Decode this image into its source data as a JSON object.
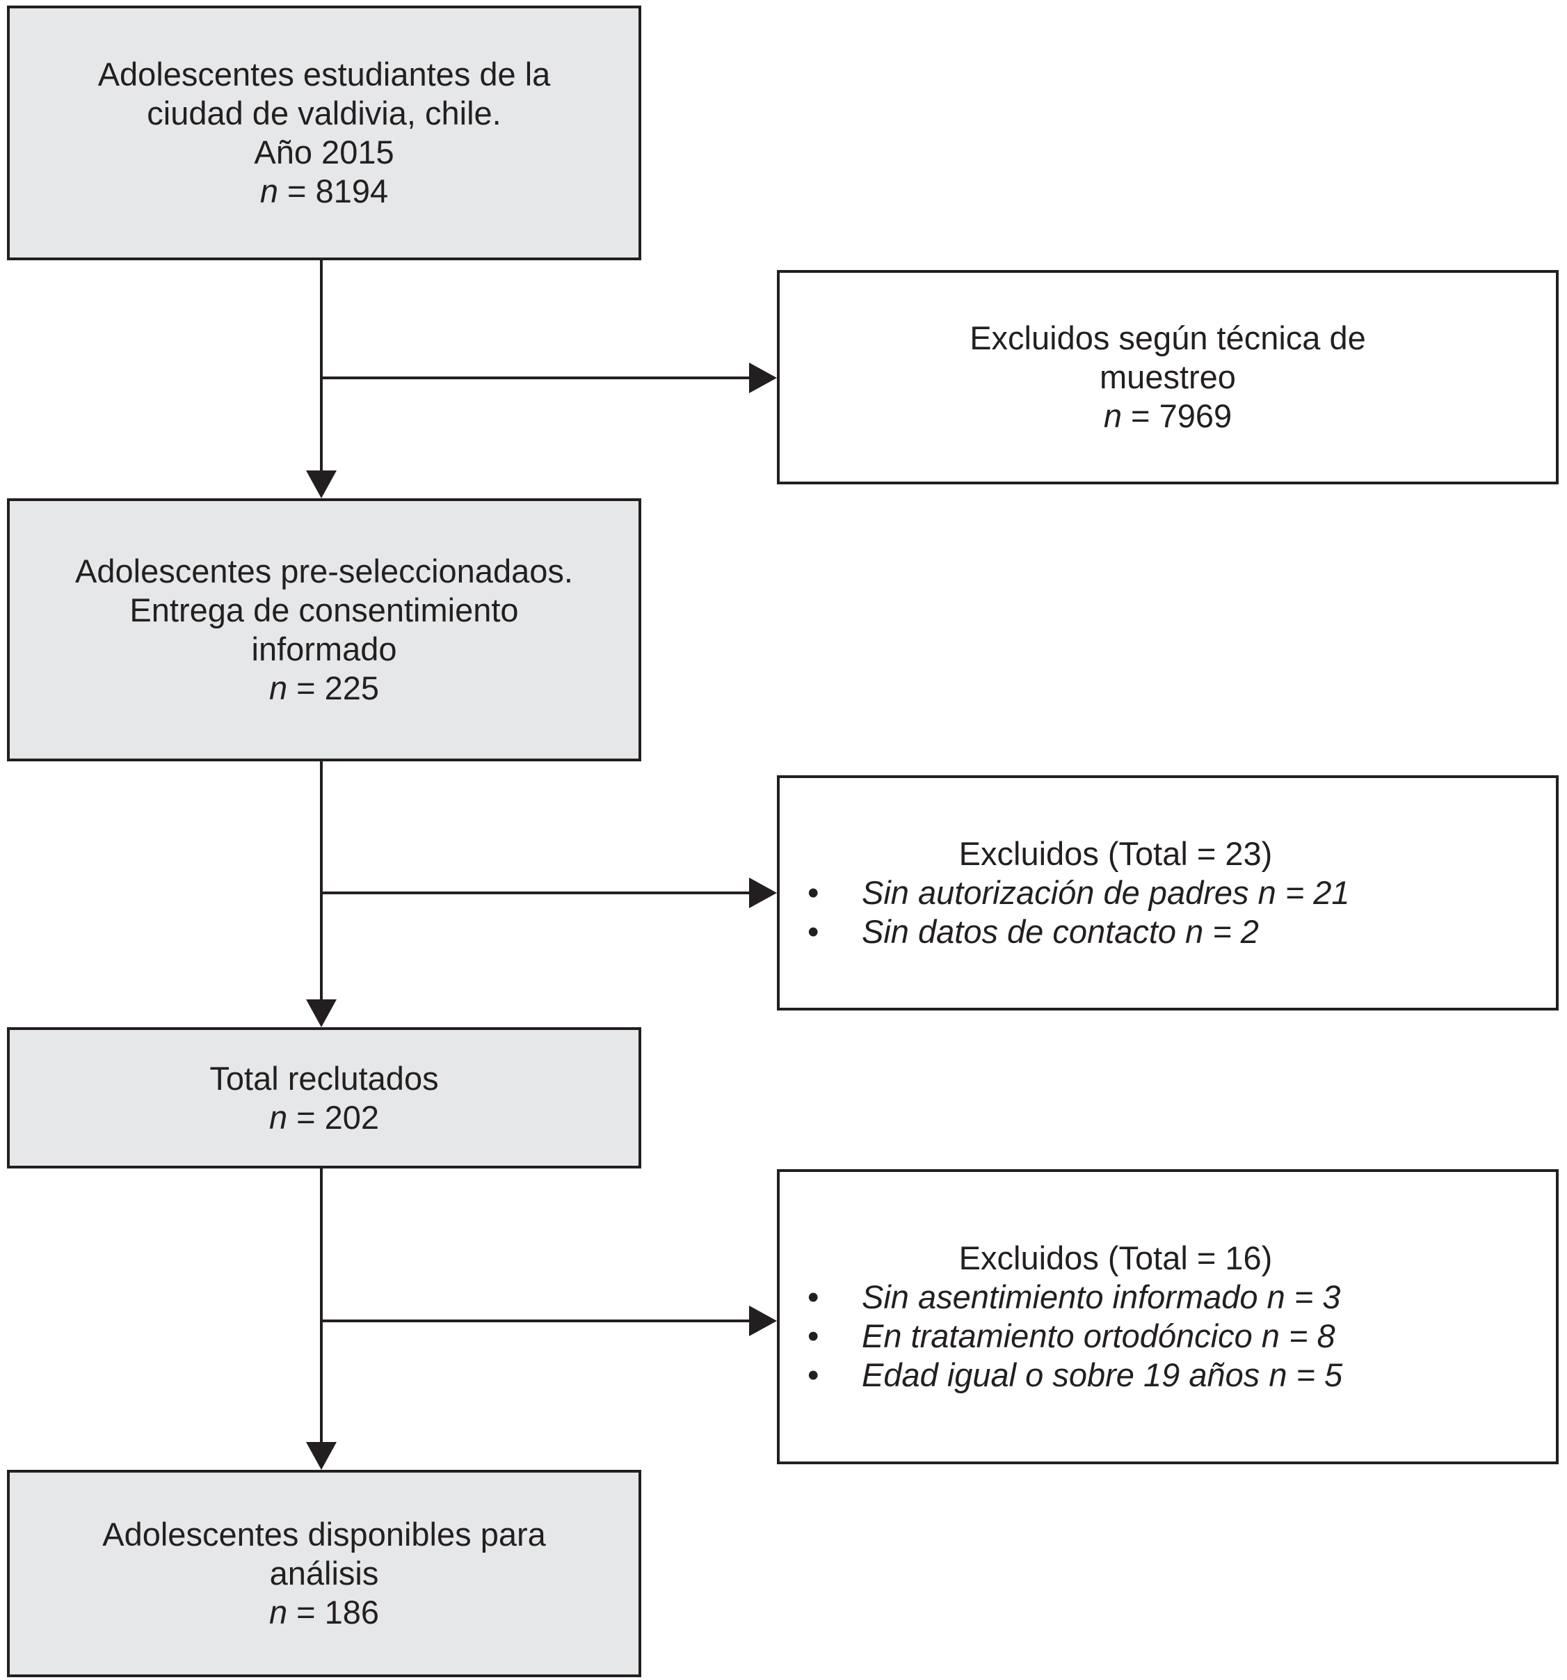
{
  "palette": {
    "box_fill": "#e5e7e8",
    "line_color": "#231f20",
    "text_color": "#231f20",
    "background": "#ffffff"
  },
  "flow": {
    "population": {
      "lines": [
        "Adolescentes estudiantes de la",
        "ciudad de valdivia, chile.",
        "Año 2015"
      ],
      "n": "n",
      "n_eq": " = 8194"
    },
    "excluded_sampling": {
      "lines": [
        "Excluidos según técnica de",
        "muestreo"
      ],
      "n": "n",
      "n_eq": " = 7969"
    },
    "preselected": {
      "lines": [
        "Adolescentes pre-seleccionadaos.",
        "Entrega de consentimiento",
        "informado"
      ],
      "n": "n",
      "n_eq": " = 225"
    },
    "excluded_consent": {
      "title": "Excluidos (Total = 23)",
      "bullets": [
        "Sin autorización de padres n = 21",
        "Sin datos de contacto n = 2"
      ]
    },
    "recruited": {
      "lines": [
        "Total reclutados"
      ],
      "n": "n",
      "n_eq": " = 202"
    },
    "excluded_criteria": {
      "title": "Excluidos (Total = 16)",
      "bullets": [
        "Sin asentimiento informado n = 3",
        "En tratamiento ortodóncico n = 8",
        "Edad igual o sobre 19 años n = 5"
      ]
    },
    "available": {
      "lines": [
        "Adolescentes disponibles para",
        "análisis"
      ],
      "n": "n",
      "n_eq": " = 186"
    }
  }
}
